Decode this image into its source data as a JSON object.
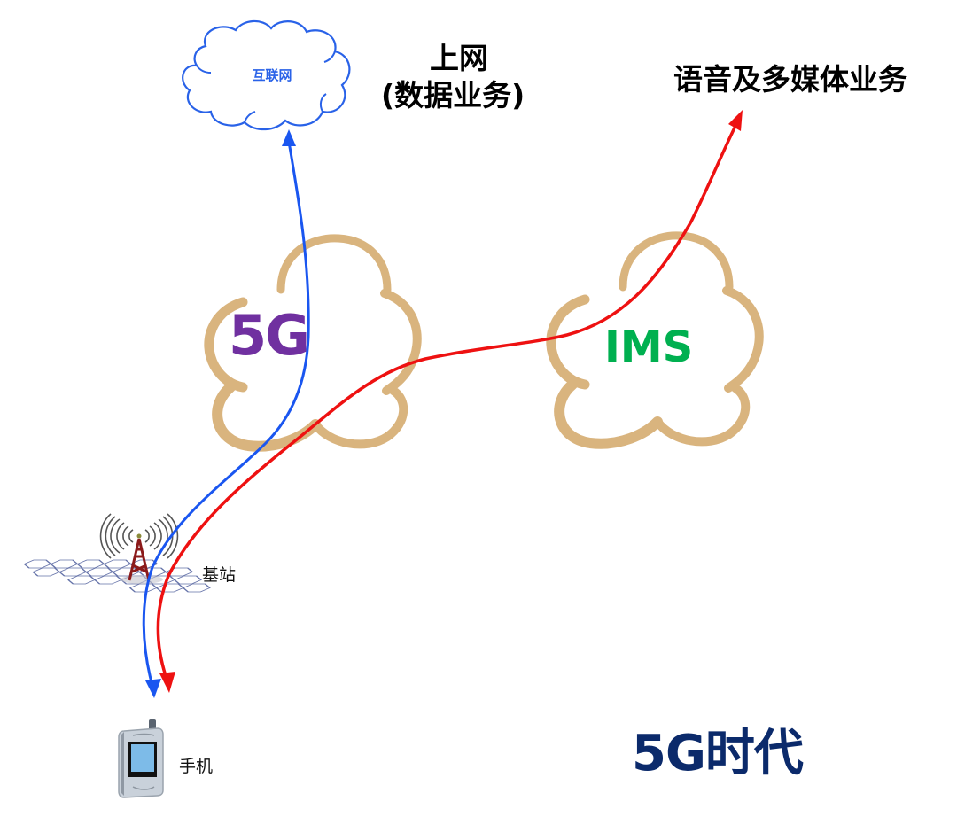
{
  "diagram": {
    "internet_cloud": {
      "label": "互联网",
      "color": "#2962e8"
    },
    "data_service_title": {
      "line1": "上网",
      "line2": "(数据业务)"
    },
    "voice_title": "语音及多媒体业务",
    "core_5g": {
      "label": "5G",
      "color": "#7030a0",
      "cloud_color": "#d9b47e"
    },
    "core_ims": {
      "label": "IMS",
      "color": "#00b050",
      "cloud_color": "#d9b47e"
    },
    "base_station": {
      "label": "基站",
      "icon": "cell-tower-icon"
    },
    "phone": {
      "label": "手机",
      "icon": "mobile-phone-icon"
    },
    "era_title": {
      "text": "5G时代",
      "color": "#0b2a6b"
    },
    "flows": [
      {
        "name": "data-flow",
        "color": "#1a56f0",
        "from": "手机",
        "via": "5G",
        "to": "互联网"
      },
      {
        "name": "voice-flow",
        "color": "#ee1111",
        "from": "手机",
        "via": [
          "5G",
          "IMS"
        ],
        "to": "语音及多媒体业务"
      }
    ]
  }
}
